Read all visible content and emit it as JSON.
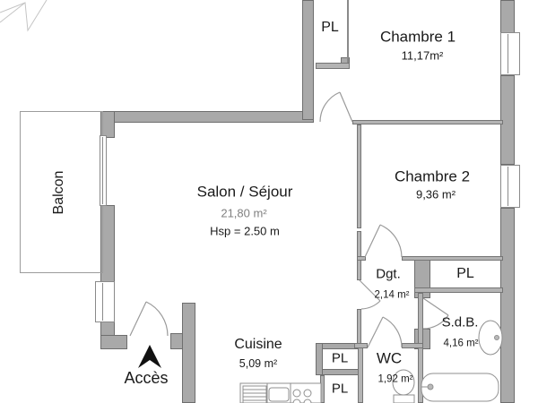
{
  "plan": {
    "rooms": {
      "salon": {
        "name": "Salon / Séjour",
        "area": "21,80 m²",
        "note": "Hsp = 2.50 m"
      },
      "chambre1": {
        "name": "Chambre 1",
        "area": "11,17m²"
      },
      "chambre2": {
        "name": "Chambre 2",
        "area": "9,36 m²"
      },
      "cuisine": {
        "name": "Cuisine",
        "area": "5,09 m²"
      },
      "balcon": {
        "name": "Balcon"
      },
      "dgt": {
        "name": "Dgt.",
        "area": "2,14 m²"
      },
      "sdb": {
        "name": "S.d.B.",
        "area": "4,16 m²"
      },
      "wc": {
        "name": "WC",
        "area": "1,92 m²"
      },
      "acces": {
        "name": "Accès"
      }
    },
    "closet_label": "PL",
    "colors": {
      "wall_fill": "#a9a9a9",
      "wall_edge": "#6e6e6e",
      "thin_wall": "#b4b4b4",
      "door_arc": "#9a9a9a",
      "fixture": "#8f8f8f",
      "text": "#1a1a1a",
      "muted_text": "#808080",
      "access_arrow": "#111111",
      "north_arrow": "#c4c4c4"
    }
  }
}
